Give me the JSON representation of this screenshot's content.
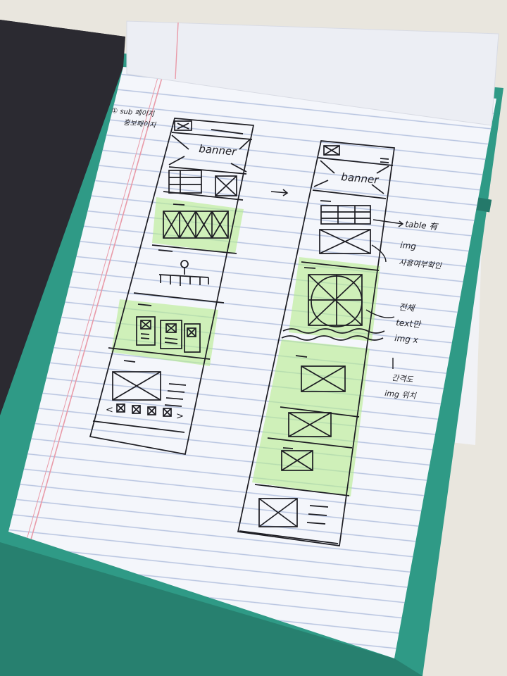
{
  "colors": {
    "surface": "#e9e6de",
    "folder_teal": "#2f9a86",
    "folder_dark": "#33323a",
    "paper": "#f4f6fb",
    "rule_line": "#b7c4e0",
    "margin_line": "#e99aa8",
    "ink": "#1c1c22",
    "highlighter": "#b6ec8e"
  },
  "notes": {
    "corner_note_1": "① sub 페이지",
    "corner_note_2": "홍보페이지"
  },
  "wireframe_left": {
    "banner_label": "banner"
  },
  "wireframe_right": {
    "banner_label": "banner"
  },
  "annotations": {
    "table": "table 有",
    "img_1": "img",
    "img_2": "사용여부확인",
    "text_1": "전체",
    "text_2": "text만",
    "text_3": "img x",
    "img_pos_1": "간격도",
    "img_pos_2": "img 위치"
  }
}
